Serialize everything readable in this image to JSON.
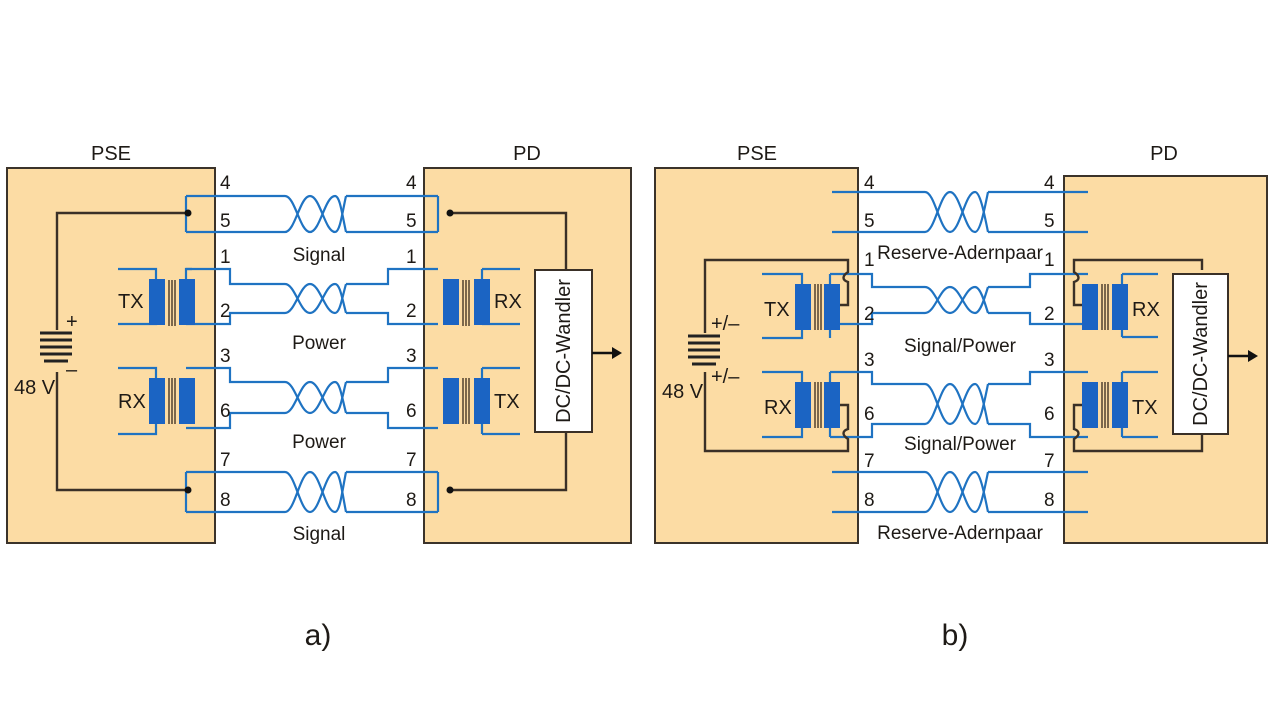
{
  "diagrams": [
    {
      "id": "a",
      "caption": "a)",
      "pse_label": "PSE",
      "pd_label": "PD",
      "voltage_label": "48 V",
      "polarity_plus": "+",
      "polarity_minus": "–",
      "pse_tx_label": "TX",
      "pse_rx_label": "RX",
      "pd_rx_label": "RX",
      "pd_tx_label": "TX",
      "converter_label": "DC/DC-Wandler",
      "pins_left": [
        "4",
        "5",
        "1",
        "2",
        "3",
        "6",
        "7",
        "8"
      ],
      "pins_right": [
        "4",
        "5",
        "1",
        "2",
        "3",
        "6",
        "7",
        "8"
      ],
      "pair_labels": [
        "Signal",
        "Power",
        "Power",
        "Signal"
      ]
    },
    {
      "id": "b",
      "caption": "b)",
      "pse_label": "PSE",
      "pd_label": "PD",
      "voltage_label": "48 V",
      "polarity_top": "+/–",
      "polarity_bottom": "+/–",
      "pse_tx_label": "TX",
      "pse_rx_label": "RX",
      "pd_rx_label": "RX",
      "pd_tx_label": "TX",
      "converter_label": "DC/DC-Wandler",
      "pins_left": [
        "4",
        "5",
        "1",
        "2",
        "3",
        "6",
        "7",
        "8"
      ],
      "pins_right": [
        "4",
        "5",
        "1",
        "2",
        "3",
        "6",
        "7",
        "8"
      ],
      "pair_labels": [
        "Reserve-Adernpaar",
        "Signal/Power",
        "Signal/Power",
        "Reserve-Adernpaar"
      ]
    }
  ]
}
